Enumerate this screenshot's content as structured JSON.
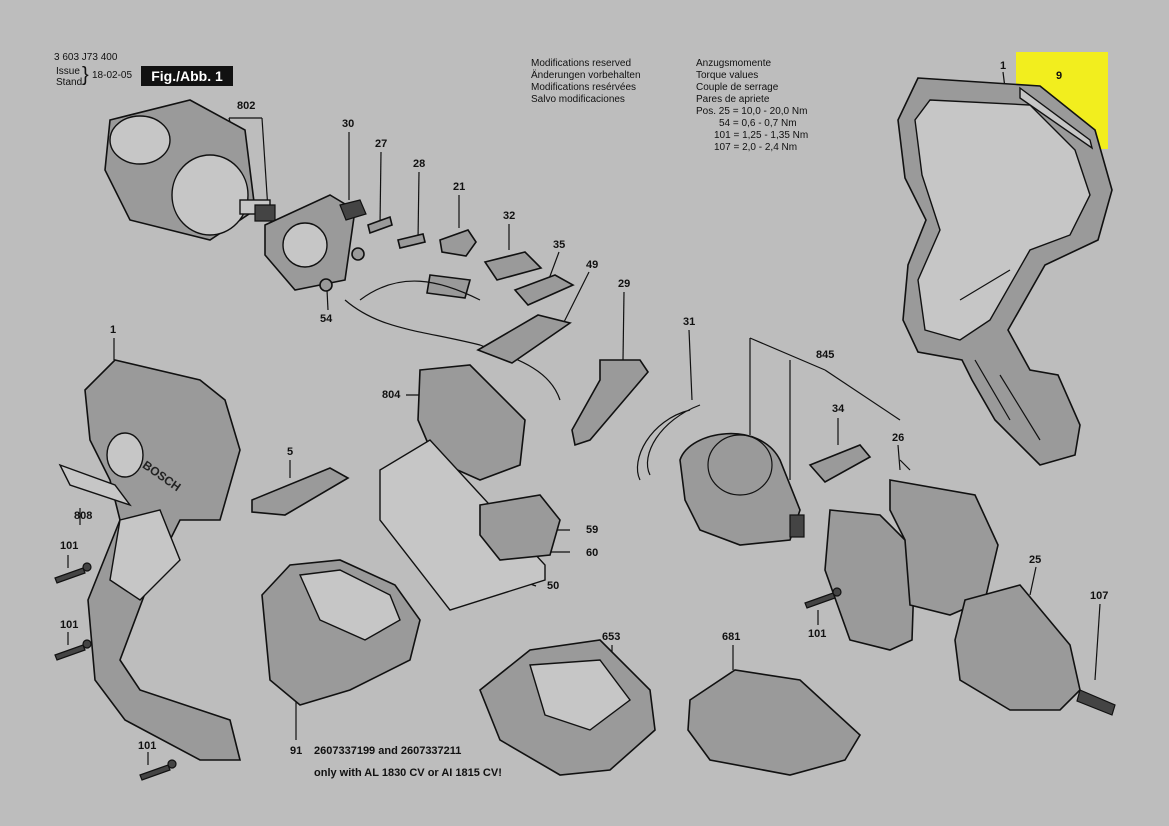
{
  "header": {
    "doc_number": "3 603 J73 400",
    "issue_label": "Issue",
    "stand_label": "Stand",
    "date": "18-02-05",
    "fig_label": "Fig./Abb. 1"
  },
  "modifications": [
    "Modifications reserved",
    "Änderungen vorbehalten",
    "Modifications resérvées",
    "Salvo modificaciones"
  ],
  "torque": {
    "lines": [
      "Anzugsmomente",
      "Torque values",
      "Couple de serrage",
      "Pares de apriete"
    ],
    "values": [
      "Pos. 25 = 10,0   - 20,0 Nm",
      "54 =   0,6   -   0,7 Nm",
      "101 =   1,25 -   1,35 Nm",
      "107 =   2,0   -   2,4 Nm"
    ]
  },
  "part_labels": {
    "p1_top": "1",
    "p9": "9",
    "p802": "802",
    "p30": "30",
    "p27": "27",
    "p28": "28",
    "p21": "21",
    "p32": "32",
    "p35": "35",
    "p49": "49",
    "p29": "29",
    "p54": "54",
    "p1_left": "1",
    "p804": "804",
    "p31": "31",
    "p845": "845",
    "p34": "34",
    "p26": "26",
    "p5": "5",
    "p808": "808",
    "p59": "59",
    "p60": "60",
    "p50": "50",
    "p101_a": "101",
    "p101_b": "101",
    "p101_c": "101",
    "p101_d": "101",
    "p25": "25",
    "p107": "107",
    "p653": "653",
    "p681": "681",
    "p91": "91"
  },
  "battery_note": {
    "line1": "2607337199 and 2607337211",
    "line2": "only with AL 1830 CV or AI 1815 CV!"
  },
  "brand": "BOSCH",
  "colors": {
    "background": "#bdbdbd",
    "highlight": "#f2ee1e"
  }
}
